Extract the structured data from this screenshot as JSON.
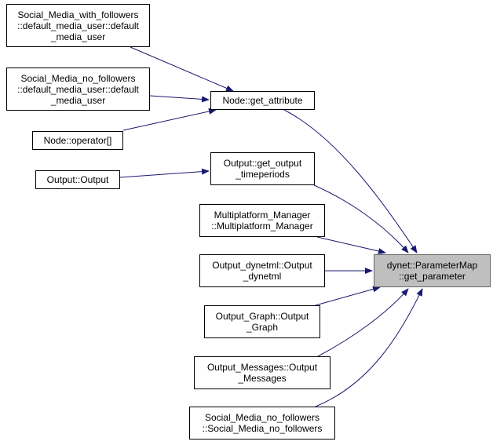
{
  "colors": {
    "edge": "#191970",
    "node_border": "#000000",
    "node_fill": "#ffffff",
    "selected_fill": "#bfbfbf",
    "selected_border": "#666666"
  },
  "nodes": {
    "smf_default": {
      "lines": [
        "Social_Media_with_followers",
        "::default_media_user::default",
        "_media_user"
      ]
    },
    "smnf_default": {
      "lines": [
        "Social_Media_no_followers",
        "::default_media_user::default",
        "_media_user"
      ]
    },
    "node_operator": {
      "lines": [
        "Node::operator[]"
      ]
    },
    "output_output": {
      "lines": [
        "Output::Output"
      ]
    },
    "node_get_attribute": {
      "lines": [
        "Node::get_attribute"
      ]
    },
    "output_get_output": {
      "lines": [
        "Output::get_output",
        "_timeperiods"
      ]
    },
    "multiplatform_manager": {
      "lines": [
        "Multiplatform_Manager",
        "::Multiplatform_Manager"
      ]
    },
    "output_dynetml": {
      "lines": [
        "Output_dynetml::Output",
        "_dynetml"
      ]
    },
    "output_graph": {
      "lines": [
        "Output_Graph::Output",
        "_Graph"
      ]
    },
    "output_messages": {
      "lines": [
        "Output_Messages::Output",
        "_Messages"
      ]
    },
    "smnf_ctor": {
      "lines": [
        "Social_Media_no_followers",
        "::Social_Media_no_followers"
      ]
    },
    "parameter_map": {
      "lines": [
        "dynet::ParameterMap",
        "::get_parameter"
      ]
    }
  }
}
